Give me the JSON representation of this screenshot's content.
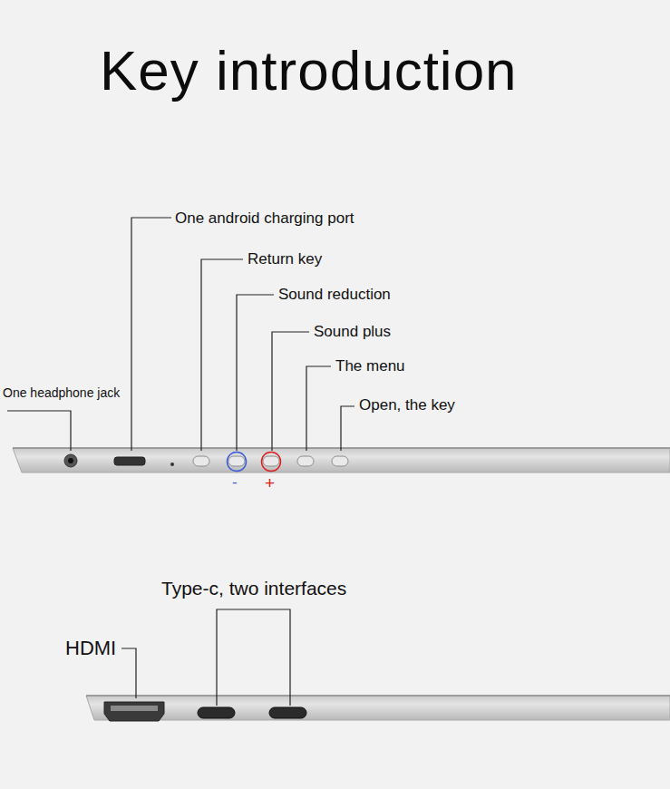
{
  "diagram": {
    "title": "Key introduction",
    "labels": [
      "One android charging port",
      "Return key",
      "Sound reduction",
      "Sound plus",
      "The menu",
      "Open, the key",
      "One headphone jack",
      "-",
      "+",
      "Type-c, two interfaces",
      "HDMI"
    ]
  }
}
